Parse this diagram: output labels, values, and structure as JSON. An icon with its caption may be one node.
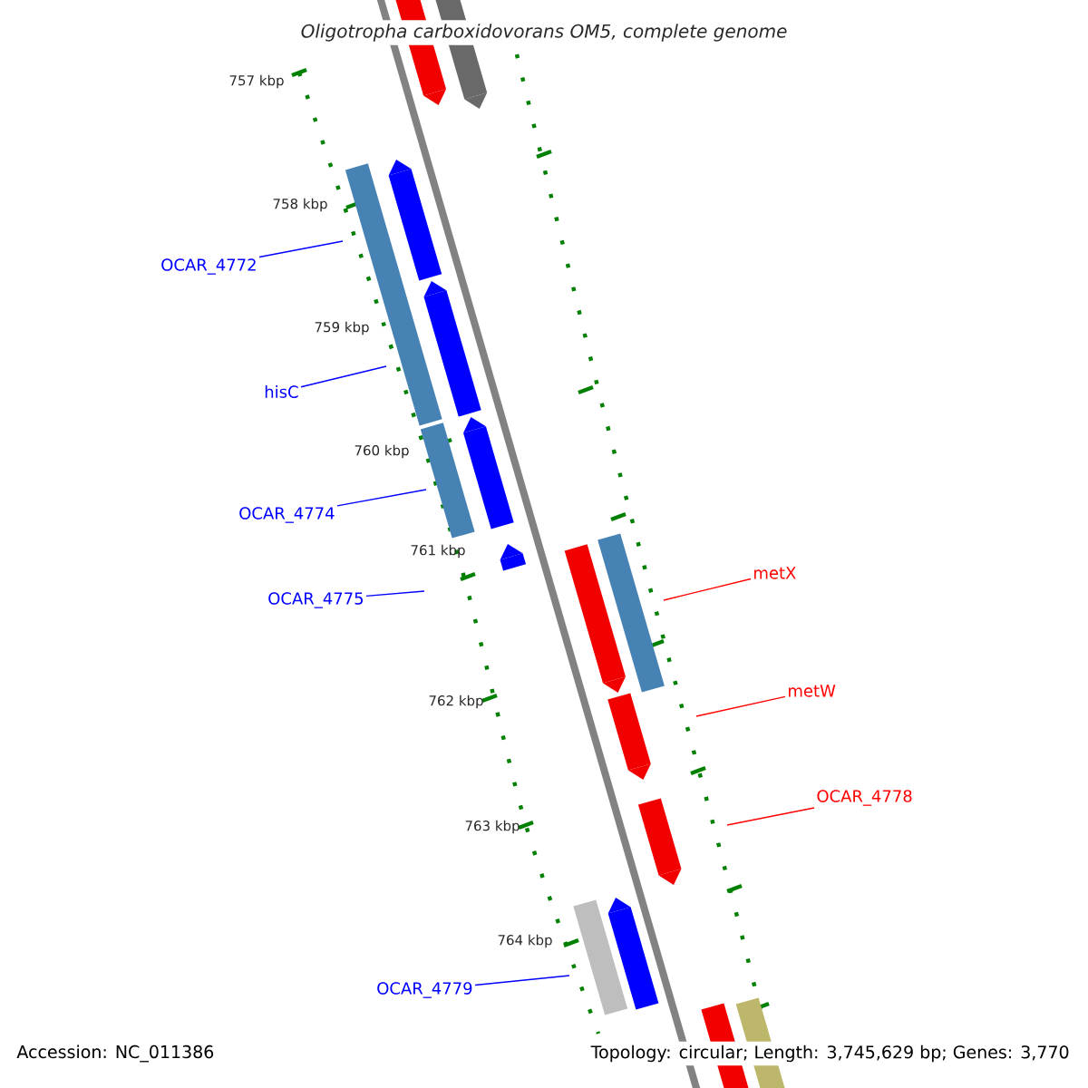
{
  "diagram": {
    "title": "Oligotropha carboxidovorans OM5, complete genome",
    "nodes": [
      {
        "text": [
          "OCAR_4772"
        ]
      },
      {
        "text": [
          "hisC"
        ]
      },
      {
        "text": [
          "OCAR_4774"
        ]
      },
      {
        "text": [
          "OCAR_4775"
        ]
      },
      {
        "text": [
          "metX"
        ]
      },
      {
        "text": [
          "metW"
        ]
      },
      {
        "text": [
          "OCAR_4778"
        ]
      },
      {
        "text": [
          "OCAR_4779"
        ]
      }
    ],
    "edges": [
      {
        "from": 0,
        "to": null,
        "arrow": "none"
      },
      {
        "from": 1,
        "to": null,
        "arrow": "none"
      },
      {
        "from": 2,
        "to": null,
        "arrow": "none"
      },
      {
        "from": 3,
        "to": null,
        "arrow": "none"
      },
      {
        "from": 4,
        "to": null,
        "arrow": "none",
        "color": "#ff0000"
      },
      {
        "from": 5,
        "to": null,
        "arrow": "none",
        "color": "#ff0000"
      },
      {
        "from": 6,
        "to": null,
        "arrow": "none",
        "color": "#ff0000"
      },
      {
        "from": 7,
        "to": null,
        "arrow": "none"
      }
    ],
    "labels": [
      "757 kbp",
      "758 kbp",
      "759 kbp",
      "760 kbp",
      "761 kbp",
      "762 kbp",
      "763 kbp",
      "764 kbp",
      "Accession: NC_011386",
      "Topology: circular; Length: 3,745,629 bp; Genes: 3,770"
    ]
  }
}
